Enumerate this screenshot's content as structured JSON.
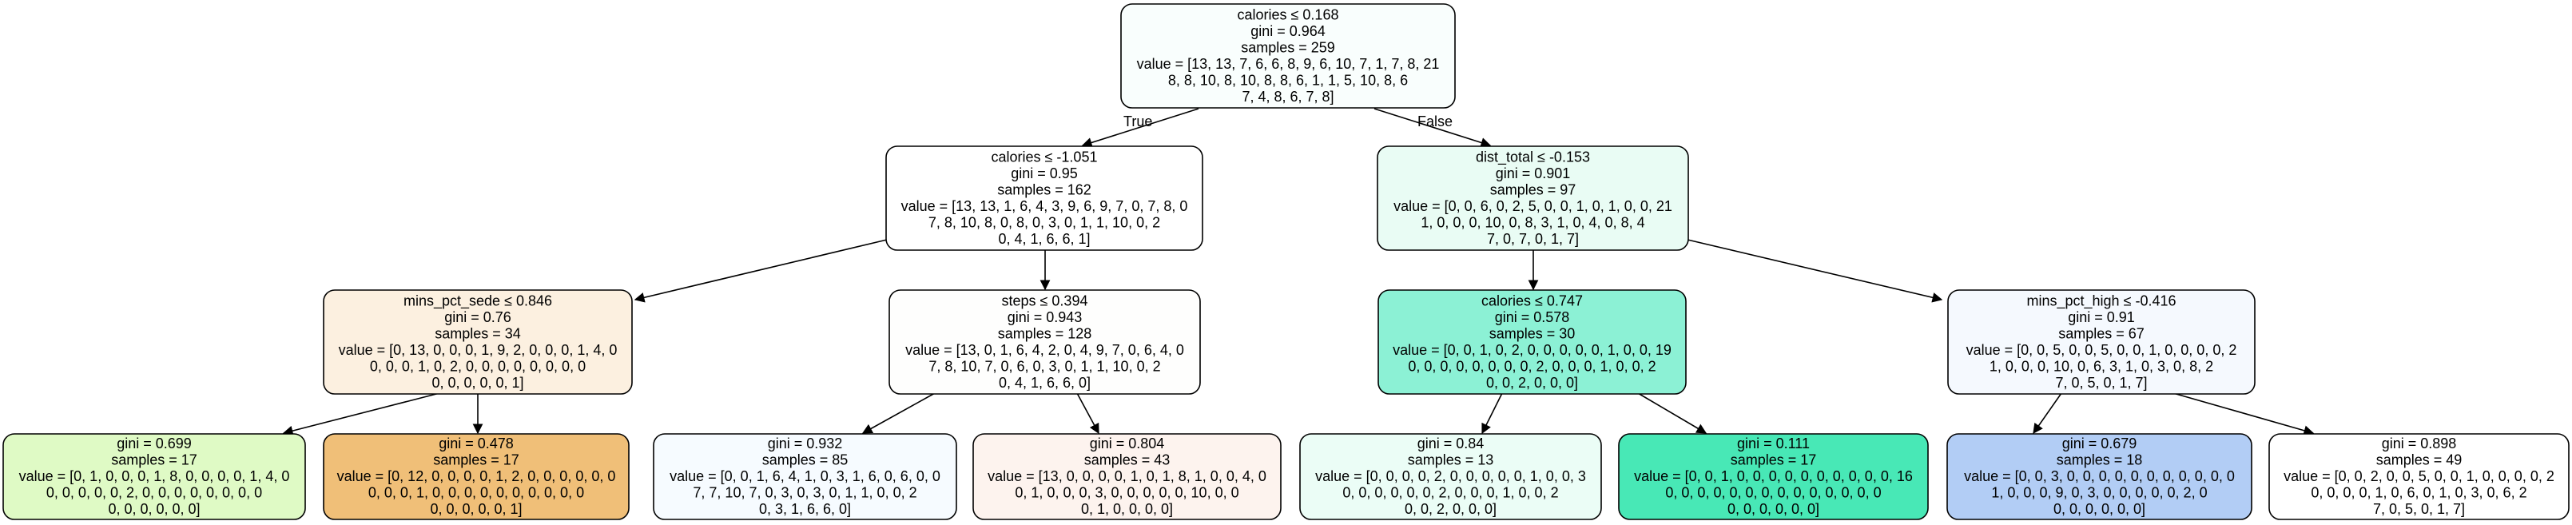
{
  "tree": {
    "root_edge_true": "True",
    "root_edge_false": "False",
    "nodes": [
      {
        "id": "n0",
        "fill": "#f9fefd",
        "lines": [
          "calories ≤ 0.168",
          "gini = 0.964",
          "samples = 259",
          "value = [13, 13, 7, 6, 6, 8, 9, 6, 10, 7, 1, 7, 8, 21",
          "8, 8, 10, 8, 10, 8, 8, 6, 1, 1, 5, 10, 8, 6",
          "7, 4, 8, 6, 7, 8]"
        ]
      },
      {
        "id": "n1",
        "fill": "#ffffff",
        "lines": [
          "calories ≤ -1.051",
          "gini = 0.95",
          "samples = 162",
          "value = [13, 13, 1, 6, 4, 3, 9, 6, 9, 7, 0, 7, 8, 0",
          "7, 8, 10, 8, 0, 8, 0, 3, 0, 1, 1, 10, 0, 2",
          "0, 4, 1, 6, 6, 1]"
        ]
      },
      {
        "id": "n2",
        "fill": "#e9fcf4",
        "lines": [
          "dist_total ≤ -0.153",
          "gini = 0.901",
          "samples = 97",
          "value = [0, 0, 6, 0, 2, 5, 0, 0, 1, 0, 1, 0, 0, 21",
          "1, 0, 0, 0, 10, 0, 8, 3, 1, 0, 4, 0, 8, 4",
          "7, 0, 7, 0, 1, 7]"
        ]
      },
      {
        "id": "n3",
        "fill": "#fcf0e0",
        "lines": [
          "mins_pct_sede ≤ 0.846",
          "gini = 0.76",
          "samples = 34",
          "value = [0, 13, 0, 0, 0, 1, 9, 2, 0, 0, 0, 1, 4, 0",
          "0, 0, 0, 1, 0, 2, 0, 0, 0, 0, 0, 0, 0, 0",
          "0, 0, 0, 0, 0, 1]"
        ]
      },
      {
        "id": "n4",
        "fill": "#fefefd",
        "lines": [
          "steps ≤ 0.394",
          "gini = 0.943",
          "samples = 128",
          "value = [13, 0, 1, 6, 4, 2, 0, 4, 9, 7, 0, 6, 4, 0",
          "7, 8, 10, 7, 0, 6, 0, 3, 0, 1, 1, 10, 0, 2",
          "0, 4, 1, 6, 6, 0]"
        ]
      },
      {
        "id": "n5",
        "fill": "#8cf1d5",
        "lines": [
          "calories ≤ 0.747",
          "gini = 0.578",
          "samples = 30",
          "value = [0, 0, 1, 0, 2, 0, 0, 0, 0, 0, 1, 0, 0, 19",
          "0, 0, 0, 0, 0, 0, 0, 0, 2, 0, 0, 0, 1, 0, 0, 2",
          "0, 0, 2, 0, 0, 0]"
        ]
      },
      {
        "id": "n6",
        "fill": "#f5f9fe",
        "lines": [
          "mins_pct_high ≤ -0.416",
          "gini = 0.91",
          "samples = 67",
          "value = [0, 0, 5, 0, 0, 5, 0, 0, 1, 0, 0, 0, 0, 2",
          "1, 0, 0, 0, 10, 0, 6, 3, 1, 0, 3, 0, 8, 2",
          "7, 0, 5, 0, 1, 7]"
        ]
      },
      {
        "id": "n7",
        "fill": "#dffac5",
        "lines": [
          "gini = 0.699",
          "samples = 17",
          "value = [0, 1, 0, 0, 0, 1, 8, 0, 0, 0, 0, 1, 4, 0",
          "0, 0, 0, 0, 0, 2, 0, 0, 0, 0, 0, 0, 0, 0",
          "0, 0, 0, 0, 0, 0]"
        ]
      },
      {
        "id": "n8",
        "fill": "#f0bf78",
        "lines": [
          "gini = 0.478",
          "samples = 17",
          "value = [0, 12, 0, 0, 0, 0, 1, 2, 0, 0, 0, 0, 0, 0",
          "0, 0, 0, 1, 0, 0, 0, 0, 0, 0, 0, 0, 0, 0",
          "0, 0, 0, 0, 0, 1]"
        ]
      },
      {
        "id": "n9",
        "fill": "#f6fbff",
        "lines": [
          "gini = 0.932",
          "samples = 85",
          "value = [0, 0, 1, 6, 4, 1, 0, 3, 1, 6, 0, 6, 0, 0",
          "7, 7, 10, 7, 0, 3, 0, 3, 0, 1, 1, 0, 0, 2",
          "0, 3, 1, 6, 6, 0]"
        ]
      },
      {
        "id": "n10",
        "fill": "#fdf3ee",
        "lines": [
          "gini = 0.804",
          "samples = 43",
          "value = [13, 0, 0, 0, 0, 1, 0, 1, 8, 1, 0, 0, 4, 0",
          "0, 1, 0, 0, 0, 3, 0, 0, 0, 0, 0, 10, 0, 0",
          "0, 1, 0, 0, 0, 0]"
        ]
      },
      {
        "id": "n11",
        "fill": "#ebfdf6",
        "lines": [
          "gini = 0.84",
          "samples = 13",
          "value = [0, 0, 0, 0, 2, 0, 0, 0, 0, 0, 1, 0, 0, 3",
          "0, 0, 0, 0, 0, 0, 2, 0, 0, 0, 1, 0, 0, 2",
          "0, 0, 2, 0, 0, 0]"
        ]
      },
      {
        "id": "n12",
        "fill": "#48e8b6",
        "lines": [
          "gini = 0.111",
          "samples = 17",
          "value = [0, 0, 1, 0, 0, 0, 0, 0, 0, 0, 0, 0, 0, 16",
          "0, 0, 0, 0, 0, 0, 0, 0, 0, 0, 0, 0, 0, 0",
          "0, 0, 0, 0, 0, 0]"
        ]
      },
      {
        "id": "n13",
        "fill": "#b2cdf5",
        "lines": [
          "gini = 0.679",
          "samples = 18",
          "value = [0, 0, 3, 0, 0, 0, 0, 0, 0, 0, 0, 0, 0, 0",
          "1, 0, 0, 0, 9, 0, 3, 0, 0, 0, 0, 0, 2, 0",
          "0, 0, 0, 0, 0, 0]"
        ]
      },
      {
        "id": "n14",
        "fill": "#ffffff",
        "lines": [
          "gini = 0.898",
          "samples = 49",
          "value = [0, 0, 2, 0, 0, 5, 0, 0, 1, 0, 0, 0, 0, 2",
          "0, 0, 0, 0, 1, 0, 6, 0, 1, 0, 3, 0, 6, 2",
          "7, 0, 5, 0, 1, 7]"
        ]
      }
    ]
  }
}
